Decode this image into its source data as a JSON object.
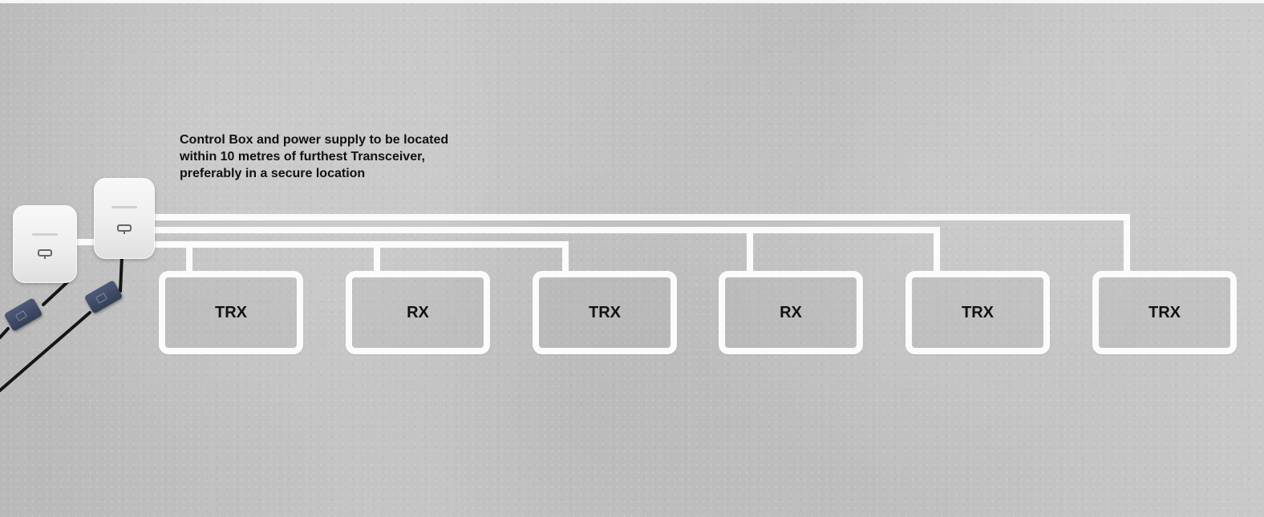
{
  "diagram": {
    "note": {
      "line1": "Control Box and power supply to be located",
      "line2": "within 10 metres of furthest Transceiver,",
      "line3": "preferably in a secure location"
    },
    "modules": [
      {
        "label": "TRX"
      },
      {
        "label": "RX"
      },
      {
        "label": "TRX"
      },
      {
        "label": "RX"
      },
      {
        "label": "TRX"
      },
      {
        "label": "TRX"
      }
    ],
    "icons": {
      "control_box": "control-box-icon",
      "power_supply": "power-supply-icon"
    },
    "colors": {
      "cable": "#fbfbfb",
      "text": "#111111",
      "power_supply": "#3b4660"
    }
  }
}
